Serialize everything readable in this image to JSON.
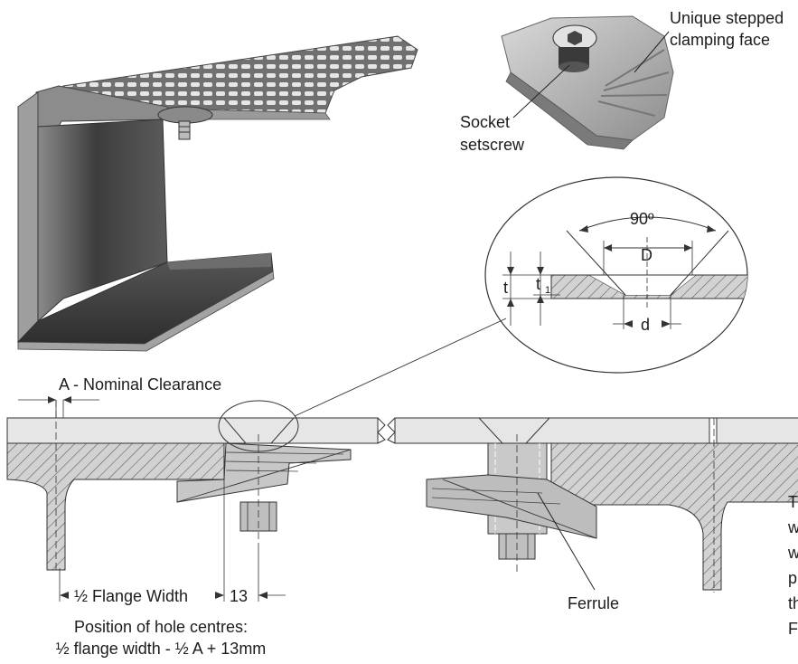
{
  "callouts": {
    "stepped_face_line1": "Unique stepped",
    "stepped_face_line2": "clamping face",
    "socket_line1": "Socket",
    "socket_line2": "setscrew"
  },
  "detail": {
    "angle": "90º",
    "big_d": "D",
    "small_d": "d",
    "t": "t",
    "t1": "t",
    "t1_sub": "1"
  },
  "section": {
    "clearance": "A - Nominal Clearance",
    "half_flange": "½ Flange Width",
    "offset": "13",
    "ferrule": "Ferrule",
    "position_line1": "Position of hole centres:",
    "position_line2": "½ flange width - ½ A + 13mm"
  },
  "side_text": [
    "T",
    "w",
    "w",
    "p",
    "th",
    "F"
  ],
  "colors": {
    "steel_dark": "#4a4a4a",
    "steel_light": "#bdbdbd",
    "section_fill": "#cfcfcf",
    "hatch": "#5a5a5a"
  }
}
